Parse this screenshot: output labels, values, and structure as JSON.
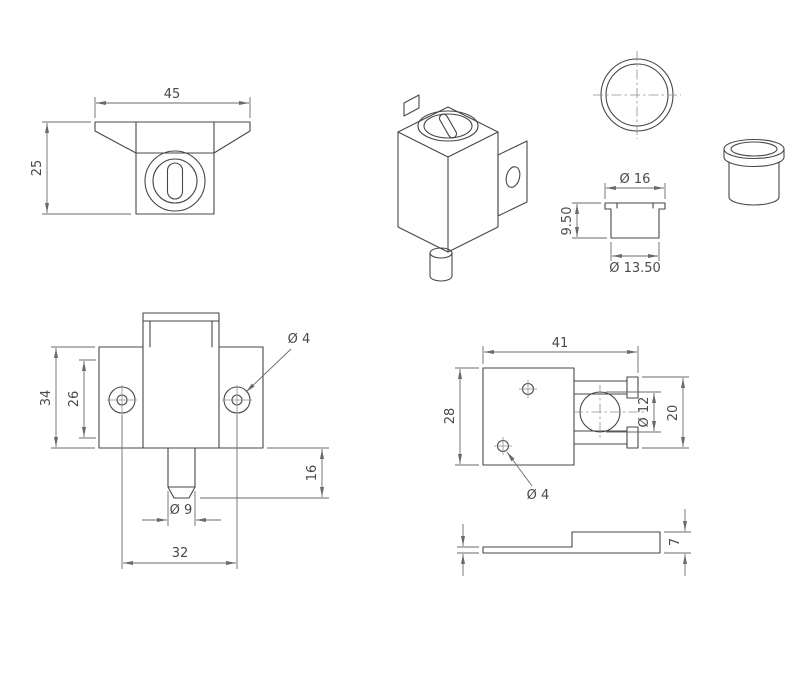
{
  "colors": {
    "background": "#ffffff",
    "geometry_line": "#474747",
    "dimension_line": "#6a6a6a"
  },
  "dims": {
    "front": {
      "width": "45",
      "height": "25"
    },
    "bushing": {
      "flange_dia": "Ø 16",
      "height": "9.50",
      "body_dia": "Ø 13.50"
    },
    "lock": {
      "height_overall": "34",
      "height_inner": "26",
      "screw_hole_dia": "Ø 4",
      "pin_length": "16",
      "pin_dia": "Ø 9",
      "hole_spacing": "32"
    },
    "plate": {
      "width": "41",
      "depth": "28",
      "bore_dia": "Ø 12",
      "bracket_span": "20",
      "hole_dia": "Ø 4"
    },
    "plate_side": {
      "thickness": "7"
    }
  }
}
